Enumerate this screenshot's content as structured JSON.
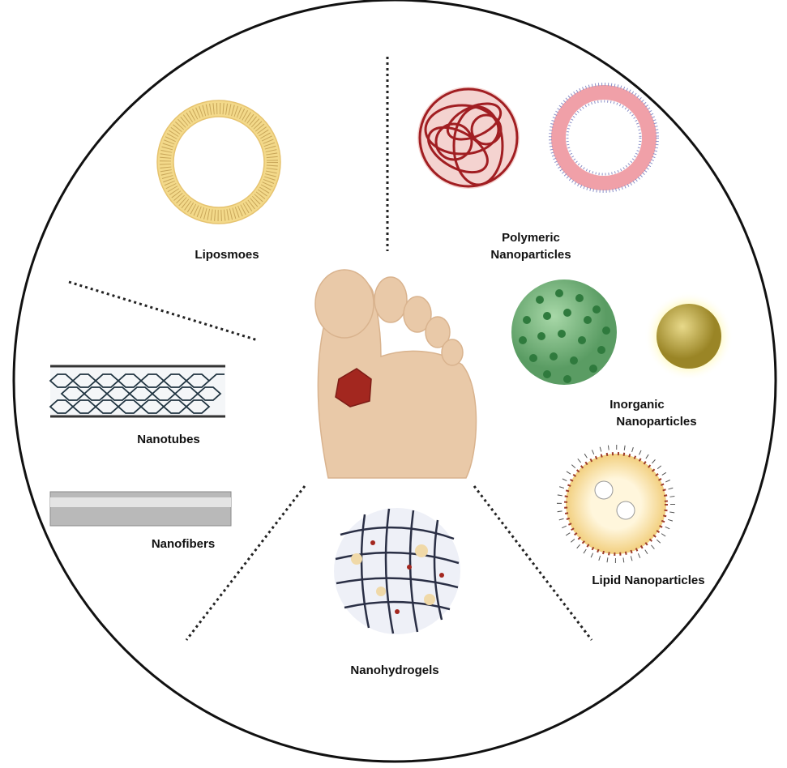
{
  "labels": {
    "liposomes": "Liposmoes",
    "polymeric_1": "Polymeric",
    "polymeric_2": "Nanoparticles",
    "inorganic_1": "Inorganic",
    "inorganic_2": "Nanoparticles",
    "lipid": "Lipid Nanoparticles",
    "nanohydrogels": "Nanohydrogels",
    "nanofibers": "Nanofibers",
    "nanotubes": "Nanotubes"
  },
  "colors": {
    "liposome": "#f3d98a",
    "polymeric": "#a11e22",
    "polymeric_ring": "#f0a0a8",
    "inorganic_green": "#6fb07a",
    "inorganic_gold": "#b9a23a",
    "lipid": "#e7b24d",
    "foot": "#e9c9a8",
    "wound": "#a3271f"
  }
}
